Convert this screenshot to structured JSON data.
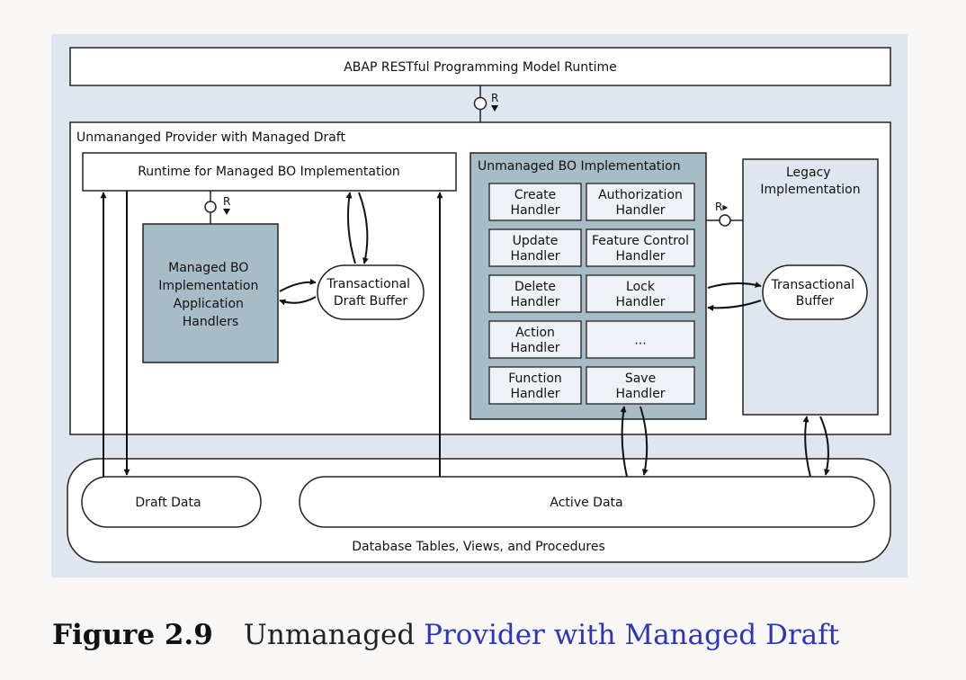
{
  "diagram": {
    "runtime_bar": "ABAP RESTful Programming Model Runtime",
    "r_label": "R",
    "r_arrow_label": "R▸",
    "provider_title": "Unmananged Provider with Managed Draft",
    "managed_runtime": "Runtime for Managed BO Implementation",
    "managed_handlers": [
      "Managed BO",
      "Implementation",
      "Application",
      "Handlers"
    ],
    "draft_buffer": [
      "Transactional",
      "Draft Buffer"
    ],
    "unmanaged_title": "Unmanaged BO Implementation",
    "handlers": [
      [
        "Create",
        "Handler"
      ],
      [
        "Authorization",
        "Handler"
      ],
      [
        "Update",
        "Handler"
      ],
      [
        "Feature Control",
        "Handler"
      ],
      [
        "Delete",
        "Handler"
      ],
      [
        "Lock",
        "Handler"
      ],
      [
        "Action",
        "Handler"
      ],
      [
        "..."
      ],
      [
        "Function",
        "Handler"
      ],
      [
        "Save",
        "Handler"
      ]
    ],
    "legacy": [
      "Legacy",
      "Implementation"
    ],
    "transactional_buffer": [
      "Transactional",
      "Buffer"
    ],
    "draft_data": "Draft Data",
    "active_data": "Active Data",
    "database": "Database Tables, Views, and Procedures"
  },
  "caption": {
    "label": "Figure 2.9",
    "text_part1": "Unmanaged",
    "text_part2": " Provider with Managed Draft"
  },
  "colors": {
    "diagram_background": "#dfe6ef",
    "handler_panel": "#a8bcc8",
    "caption_link": "#2d36b8"
  }
}
